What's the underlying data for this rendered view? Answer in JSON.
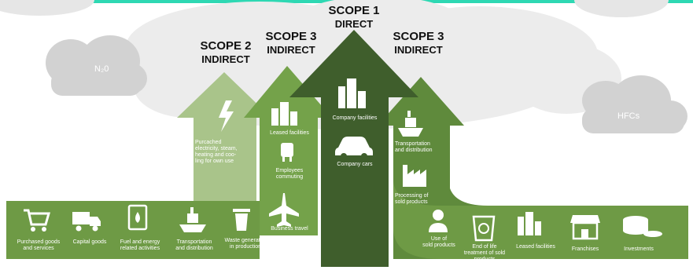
{
  "scopes": {
    "scope2": {
      "title": "SCOPE 2",
      "sub": "INDIRECT"
    },
    "scope3_up": {
      "title": "SCOPE 3",
      "sub": "INDIRECT"
    },
    "scope1": {
      "title": "SCOPE 1",
      "sub": "DIRECT"
    },
    "scope3_down": {
      "title": "SCOPE 3",
      "sub": "INDIRECT"
    }
  },
  "gases": {
    "n2o": "N₂0",
    "hfcs": "HFCs"
  },
  "scope2_items": {
    "purchased": "Purcached\nelectricity, steam,\nheating and coo-\nling for own use"
  },
  "scope3_up_items": {
    "leased": "Leased facilities",
    "commuting": "Employees\ncommuting",
    "business_travel": "Business travel"
  },
  "scope1_items": {
    "facilities": "Company facilities",
    "cars": "Company cars"
  },
  "upstream_band": {
    "purchased_goods": "Purchased goods\nand services",
    "capital_goods": "Capital goods",
    "fuel_energy": "Fuel and energy\nrelated activities",
    "transport": "Transportation\nand distribution",
    "waste": "Waste generated\nin production"
  },
  "scope3_down_items": {
    "transport": "Transportation\nand distribution",
    "processing": "Processing of\nsold products"
  },
  "downstream_band": {
    "use": "Use of\nsold products",
    "end_of_life": "End of life\ntreatment of sold\nproducts",
    "leased": "Leased facilities",
    "franchises": "Franchises",
    "investments": "Investments"
  },
  "colors": {
    "band": "#6e9a45",
    "scope2": "#a9c48a",
    "scope3_up": "#74a24a",
    "scope1": "#3f5e2c",
    "scope3_down": "#5f8a3c",
    "cloud": "#ebebeb",
    "cloud_dark": "#cfcfcf",
    "top_bar": "#2ed8b3"
  }
}
